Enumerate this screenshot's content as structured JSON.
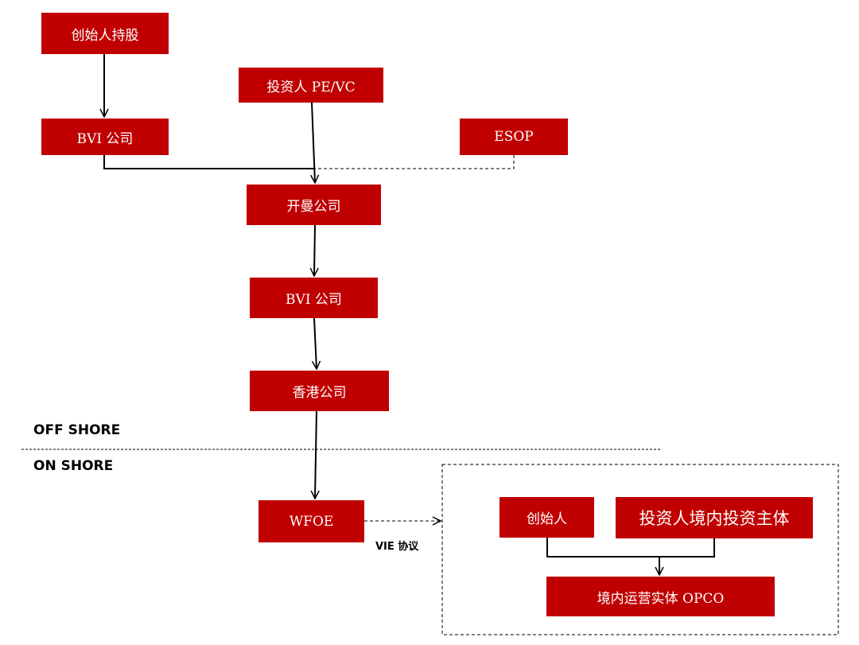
{
  "nodes": {
    "founder_holding": "创始人持股",
    "investor_pevc": "投资人 PE/VC",
    "bvi_top": "BVI 公司",
    "esop": "ESOP",
    "cayman": "开曼公司",
    "bvi_mid": "BVI 公司",
    "hongkong": "香港公司",
    "wfoe": "WFOE",
    "founder": "创始人",
    "investor_domestic": "投资人境内投资主体",
    "opco": "境内运营实体 OPCO"
  },
  "zones": {
    "offshore": "OFF SHORE",
    "onshore": "ON SHORE"
  },
  "edges": {
    "vie": "VIE 协议"
  },
  "colors": {
    "box": "#c00000",
    "box_text": "#ffffff",
    "line": "#000000"
  }
}
